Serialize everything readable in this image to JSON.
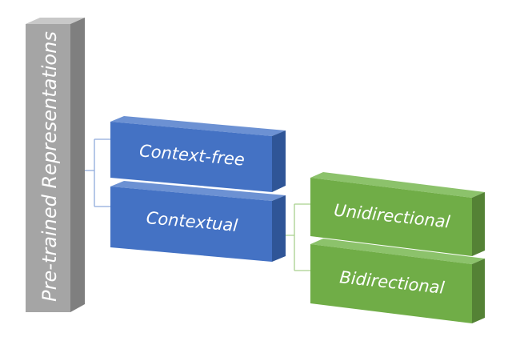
{
  "diagram": {
    "root": {
      "label": "Pre-trained Representations",
      "color": "#a5a5a5"
    },
    "level1": [
      {
        "label": "Context-free",
        "color": "#4472c4"
      },
      {
        "label": "Contextual",
        "color": "#4472c4"
      }
    ],
    "level2": [
      {
        "label": "Unidirectional",
        "color": "#70ad47"
      },
      {
        "label": "Bidirectional",
        "color": "#70ad47"
      }
    ],
    "connector_colors": {
      "blue": "#8faadc",
      "green": "#a9d18e"
    }
  }
}
